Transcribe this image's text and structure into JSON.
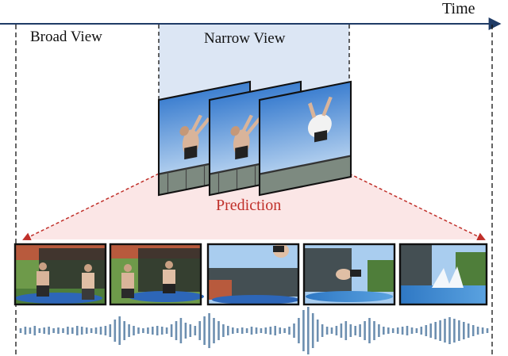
{
  "labels": {
    "time": "Time",
    "broad_view": "Broad View",
    "narrow_view": "Narrow View",
    "prediction": "Prediction"
  },
  "colors": {
    "axis": "#1f3b66",
    "narrow_region": "#dce6f4",
    "prediction_region": "#fbe6e6",
    "prediction": "#c0302a",
    "waveform": "#6d8fb0",
    "frame_border": "#111111"
  },
  "narrow_frames": [
    {
      "name": "narrow-frame-1",
      "icon": "backflip-sky-image"
    },
    {
      "name": "narrow-frame-2",
      "icon": "backflip-sky-image"
    },
    {
      "name": "narrow-frame-3",
      "icon": "backflip-sky-image"
    }
  ],
  "broad_frames": [
    {
      "name": "broad-frame-1",
      "icon": "trampoline-people-image"
    },
    {
      "name": "broad-frame-2",
      "icon": "trampoline-jump-image"
    },
    {
      "name": "broad-frame-3",
      "icon": "backflip-air-image"
    },
    {
      "name": "broad-frame-4",
      "icon": "dive-pool-image"
    },
    {
      "name": "broad-frame-5",
      "icon": "pool-splash-image"
    }
  ]
}
